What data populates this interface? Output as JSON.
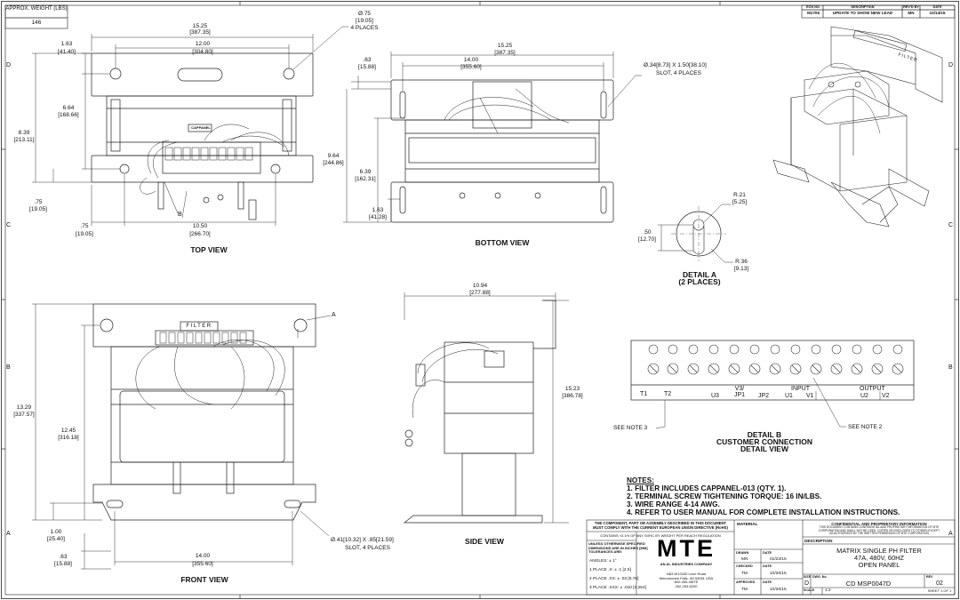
{
  "weight_box": {
    "label": "APPROX. WEIGHT (LBS)",
    "value": "146"
  },
  "revision": {
    "headers": [
      "ECN NO.",
      "DESCRIPTION",
      "REV'D BY",
      "DATE"
    ],
    "row": [
      "M1706",
      "UPDATE TO SHOW NEW LEAD",
      "MN",
      "10/14/15"
    ]
  },
  "zones": {
    "left": [
      "D",
      "C",
      "B",
      "A"
    ],
    "right": [
      "D",
      "C",
      "B",
      "A"
    ]
  },
  "top_view": {
    "title": "TOP VIEW",
    "callout_b": "B",
    "strip_label": "CAPPANEL",
    "dims": {
      "d1525": "15.25",
      "d1525m": "[387.35]",
      "d1200": "12.00",
      "d1200m": "[304.80]",
      "d163": "1.63",
      "d163m": "[41.40]",
      "d664": "6.64",
      "d664m": "[168.66]",
      "d839": "8.39",
      "d839m": "[213.11]",
      "d75a": ".75",
      "d75am": "[19.05]",
      "d75b": ".75",
      "d75bm": "[19.05]",
      "d1050": "10.50",
      "d1050m": "[266.70]",
      "hole": "Ø.75",
      "holem": "[19.05]",
      "holeq": "4 PLACES"
    }
  },
  "bottom_view": {
    "title": "BOTTOM VIEW",
    "dims": {
      "d63": ".63",
      "d63m": "[15.88]",
      "d1400": "14.00",
      "d1400m": "[355.60]",
      "d1525": "15.25",
      "d1525m": "[387.35]",
      "slot1": "Ø.34[8.73] X 1.50[38.10]",
      "slot2": "SLOT, 4 PLACES",
      "d964": "9.64",
      "d964m": "[244.86]",
      "d639": "6.39",
      "d639m": "[162.31]",
      "d163": "1.63",
      "d163m": "[41.28]"
    }
  },
  "detail_a": {
    "title1": "DETAIL A",
    "title2": "(2 PLACES)",
    "r21": "R.21",
    "r21m": "[5.25]",
    "d50": ".50",
    "d50m": "[12.70]",
    "r36": "R.36",
    "r36m": "[9.13]"
  },
  "front_view": {
    "title": "FRONT VIEW",
    "callout_a": "A",
    "label": "FILTER",
    "dims": {
      "d1329": "13.29",
      "d1329m": "[337.57]",
      "d1245": "12.45",
      "d1245m": "[316.18]",
      "d100": "1.00",
      "d100m": "[25.40]",
      "d63": ".63",
      "d63m": "[15.88]",
      "d1400": "14.00",
      "d1400m": "[355.60]",
      "slot1": "Ø.41[10.32] X .85[21.59]",
      "slot2": "SLOT, 4 PLACES"
    }
  },
  "side_view": {
    "title": "SIDE VIEW",
    "dims": {
      "d1094": "10.94",
      "d1094m": "[277.88]",
      "d1523": "15.23",
      "d1523m": "[386.78]"
    }
  },
  "detail_b": {
    "title1": "DETAIL B",
    "title2": "CUSTOMER CONNECTION",
    "title3": "DETAIL VIEW",
    "terminals": [
      "T1",
      "T2",
      "U3",
      "V3/ JP1",
      "JP2",
      "U1",
      "V1",
      "U2",
      "V2"
    ],
    "input": "INPUT",
    "output": "OUTPUT",
    "note3": "SEE NOTE 3",
    "note2": "SEE NOTE 2"
  },
  "iso_view": {
    "label": "FILTER"
  },
  "notes": {
    "heading": "NOTES:",
    "items": [
      "1.  FILTER INCLUDES CAPPANEL-013 (QTY. 1).",
      "2.  TERMINAL SCREW TIGHTENING TORQUE: 16 IN/LBS.",
      "3.  WIRE RANGE 4-14 AWG.",
      "4.  REFER TO USER MANUAL FOR COMPLETE INSTALLATION INSTRUCTIONS."
    ]
  },
  "title_block": {
    "compliance1": "THE COMPONENT, PART OR ASSEMBLY DESCRIBED IN THIS DOCUMENT",
    "compliance2": "MUST COMPLY WITH THE CURRENT EUROPEAN UNION DIRECTIVE (RoHS)",
    "compliance3": "CONTAINS <0.1% OF ANY SVHC BY WEIGHT PER REACH REGULATION",
    "tol_head1": "UNLESS OTHERWISE SPECIFIED",
    "tol_head2": "DIMENSIONS ARE IN INCHES [MM]",
    "tol_head3": "TOLERANCES ARE:",
    "angles": "ANGLES: ± 1°",
    "place1": "1 PLACE .X: ± .1 [2.5]",
    "place2": "2 PLACE .XX: ± .03 [0.76]",
    "place3": "3 PLACE .XXX: ± .010 [0.254]",
    "logo": "MTE",
    "logo_sub": "AN AL INDUSTRIES COMPANY",
    "address1": "N83 W13330 Leon Road",
    "address2": "Menomonee Falls, WI 53051 USA",
    "address3": "800-455-4MTE",
    "address4": "262-253-8200",
    "material": "MATERIAL",
    "drawn_label": "DRAWN",
    "drawn_by": "MN",
    "drawn_date": "01/23/15",
    "checked_label": "CHECKED",
    "checked_by": "TM",
    "checked_date": "10/26/15",
    "approved_label": "APPROVED",
    "approved_by": "TM",
    "approved_date": "10/26/15",
    "date_label": "DATE",
    "conf1": "CONFIDENTIAL AND PROPRIETARY INFORMATION",
    "conf2": "THIS DOCUMENT CONTAINS CONFIDENTIAL AND PROPRIETARY INFORMATION OF MTE",
    "conf3": "CORPORATION AND SHALL NOT BE USED, COPIED OR DISCLOSED TO OTHERS EXCEPT",
    "conf4": "AS AUTHORIZED BY THE WRITTEN PERMISSION OF MTE CORPORATION",
    "description_label": "DESCRIPTION",
    "desc1": "MATRIX SINGLE PH FILTER",
    "desc2": "47A, 480V, 60HZ",
    "desc3": "OPEN PANEL",
    "size_label": "SIZE",
    "size": "D",
    "dwg_label": "DWG. No.",
    "dwg": "CD MSP0047D",
    "rev_label": "REV",
    "rev": "02",
    "scale_label": "SCALE",
    "scale": "1:2",
    "sheet": "SHEET 1 OF 1"
  }
}
